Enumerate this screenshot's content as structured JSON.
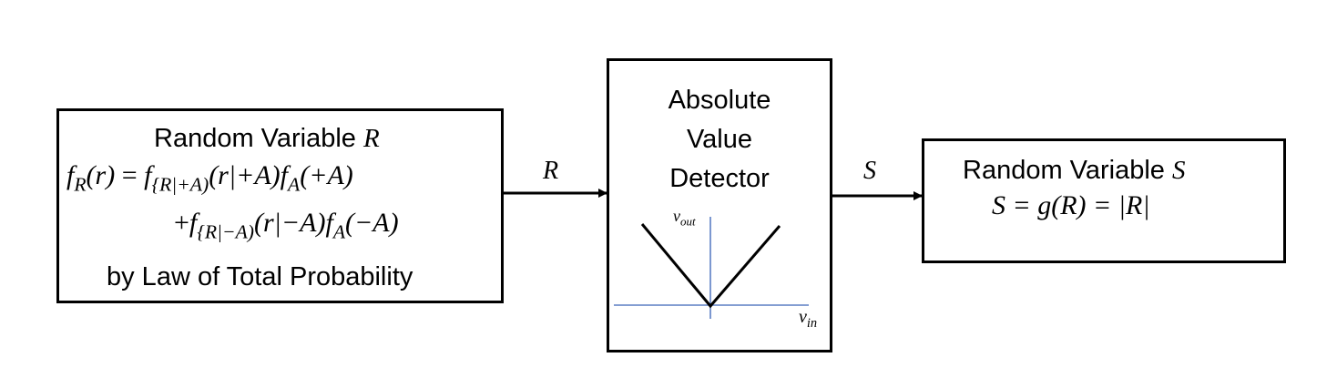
{
  "left_box": {
    "title_text": "Random Variable ",
    "title_var": "R",
    "eq_line1": {
      "f": "f",
      "fsub": "R",
      "rpar": "(r)",
      "eq": " = ",
      "f2": "f",
      "f2sub": "{R|+A)",
      "t2": "(r|+A)",
      "f3": "f",
      "f3sub": "A",
      "t3": "(+A)"
    },
    "eq_line2": {
      "plus": "+",
      "f": "f",
      "fsub": "{R|−A)",
      "t": "(r|−A)",
      "f2": "f",
      "f2sub": "A",
      "t2": "(−A)"
    },
    "footer": "by Law of Total Probability"
  },
  "arrow_in_label": "R",
  "middle_box": {
    "title_lines": [
      "Absolute",
      "Value",
      "Detector"
    ],
    "graph": {
      "y_label": "v",
      "y_sub": "out",
      "x_label": "v",
      "x_sub": "in"
    }
  },
  "arrow_out_label": "S",
  "right_box": {
    "title_text": "Random Variable ",
    "title_var": "S",
    "equation": "S = g(R) = |R|"
  },
  "colors": {
    "stroke": "#000000",
    "axis": "#5b7fc4"
  }
}
